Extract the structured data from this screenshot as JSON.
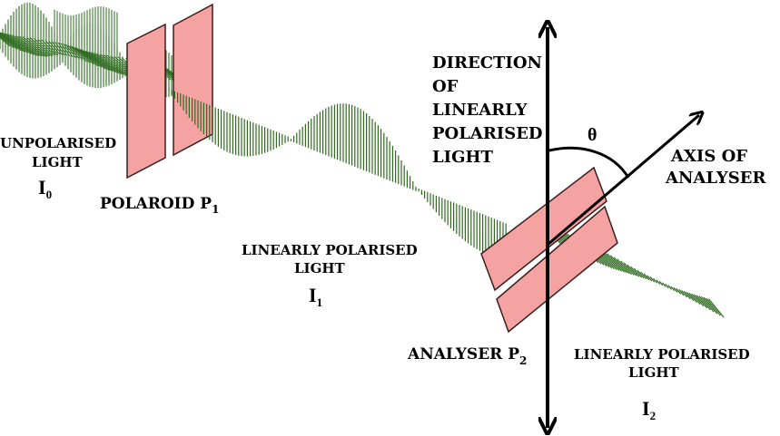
{
  "colors": {
    "wave": "#2e6b1f",
    "polaroid_fill": "#f4a2a2",
    "polaroid_stroke": "#3a1f1f",
    "axis": "#000000"
  },
  "labels": {
    "unpolarised_line1": "UNPOLARISED",
    "unpolarised_line2": "LIGHT",
    "i0_main": "I",
    "i0_sub": "0",
    "polaroid_main": "POLAROID P",
    "polaroid_sub": "1",
    "lin1_line1": "LINEARLY POLARISED",
    "lin1_line2": "LIGHT",
    "i1_main": "I",
    "i1_sub": "1",
    "direction_lines": [
      "DIRECTION",
      "OF",
      "LINEARLY",
      "POLARISED",
      "LIGHT"
    ],
    "theta": "θ",
    "axis_line1": "AXIS OF",
    "axis_line2": "ANALYSER",
    "analyser_main": "ANALYSER P",
    "analyser_sub": "2",
    "lin2_line1": "LINEARLY POLARISED",
    "lin2_line2": "LIGHT",
    "i2_main": "I",
    "i2_sub": "2"
  }
}
